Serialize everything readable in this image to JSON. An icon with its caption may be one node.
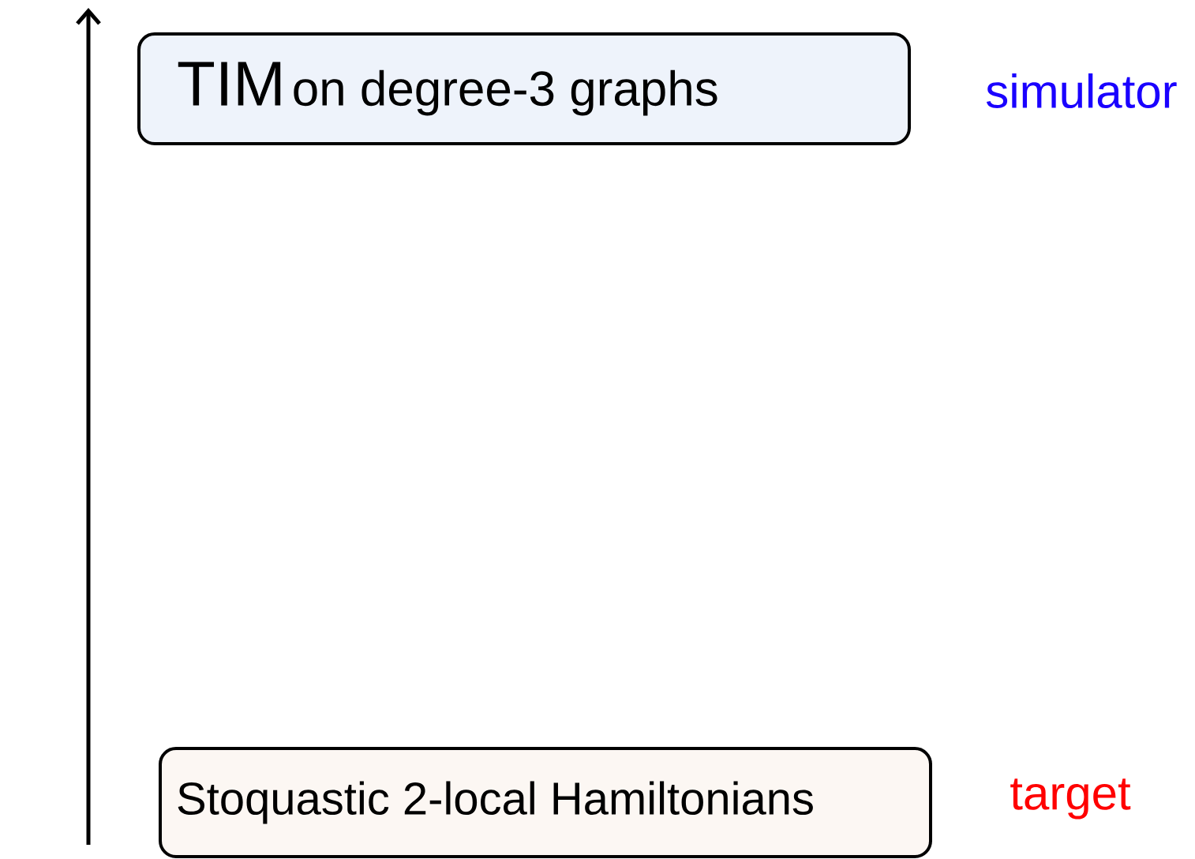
{
  "diagram": {
    "nodes": [
      {
        "text": [
          "TIM",
          "on degree-3 graphs"
        ],
        "beside": [
          "simulator"
        ]
      },
      {
        "text": [
          "Stoquastic 2-local Hamiltonians"
        ],
        "beside": [
          "target"
        ]
      }
    ]
  }
}
